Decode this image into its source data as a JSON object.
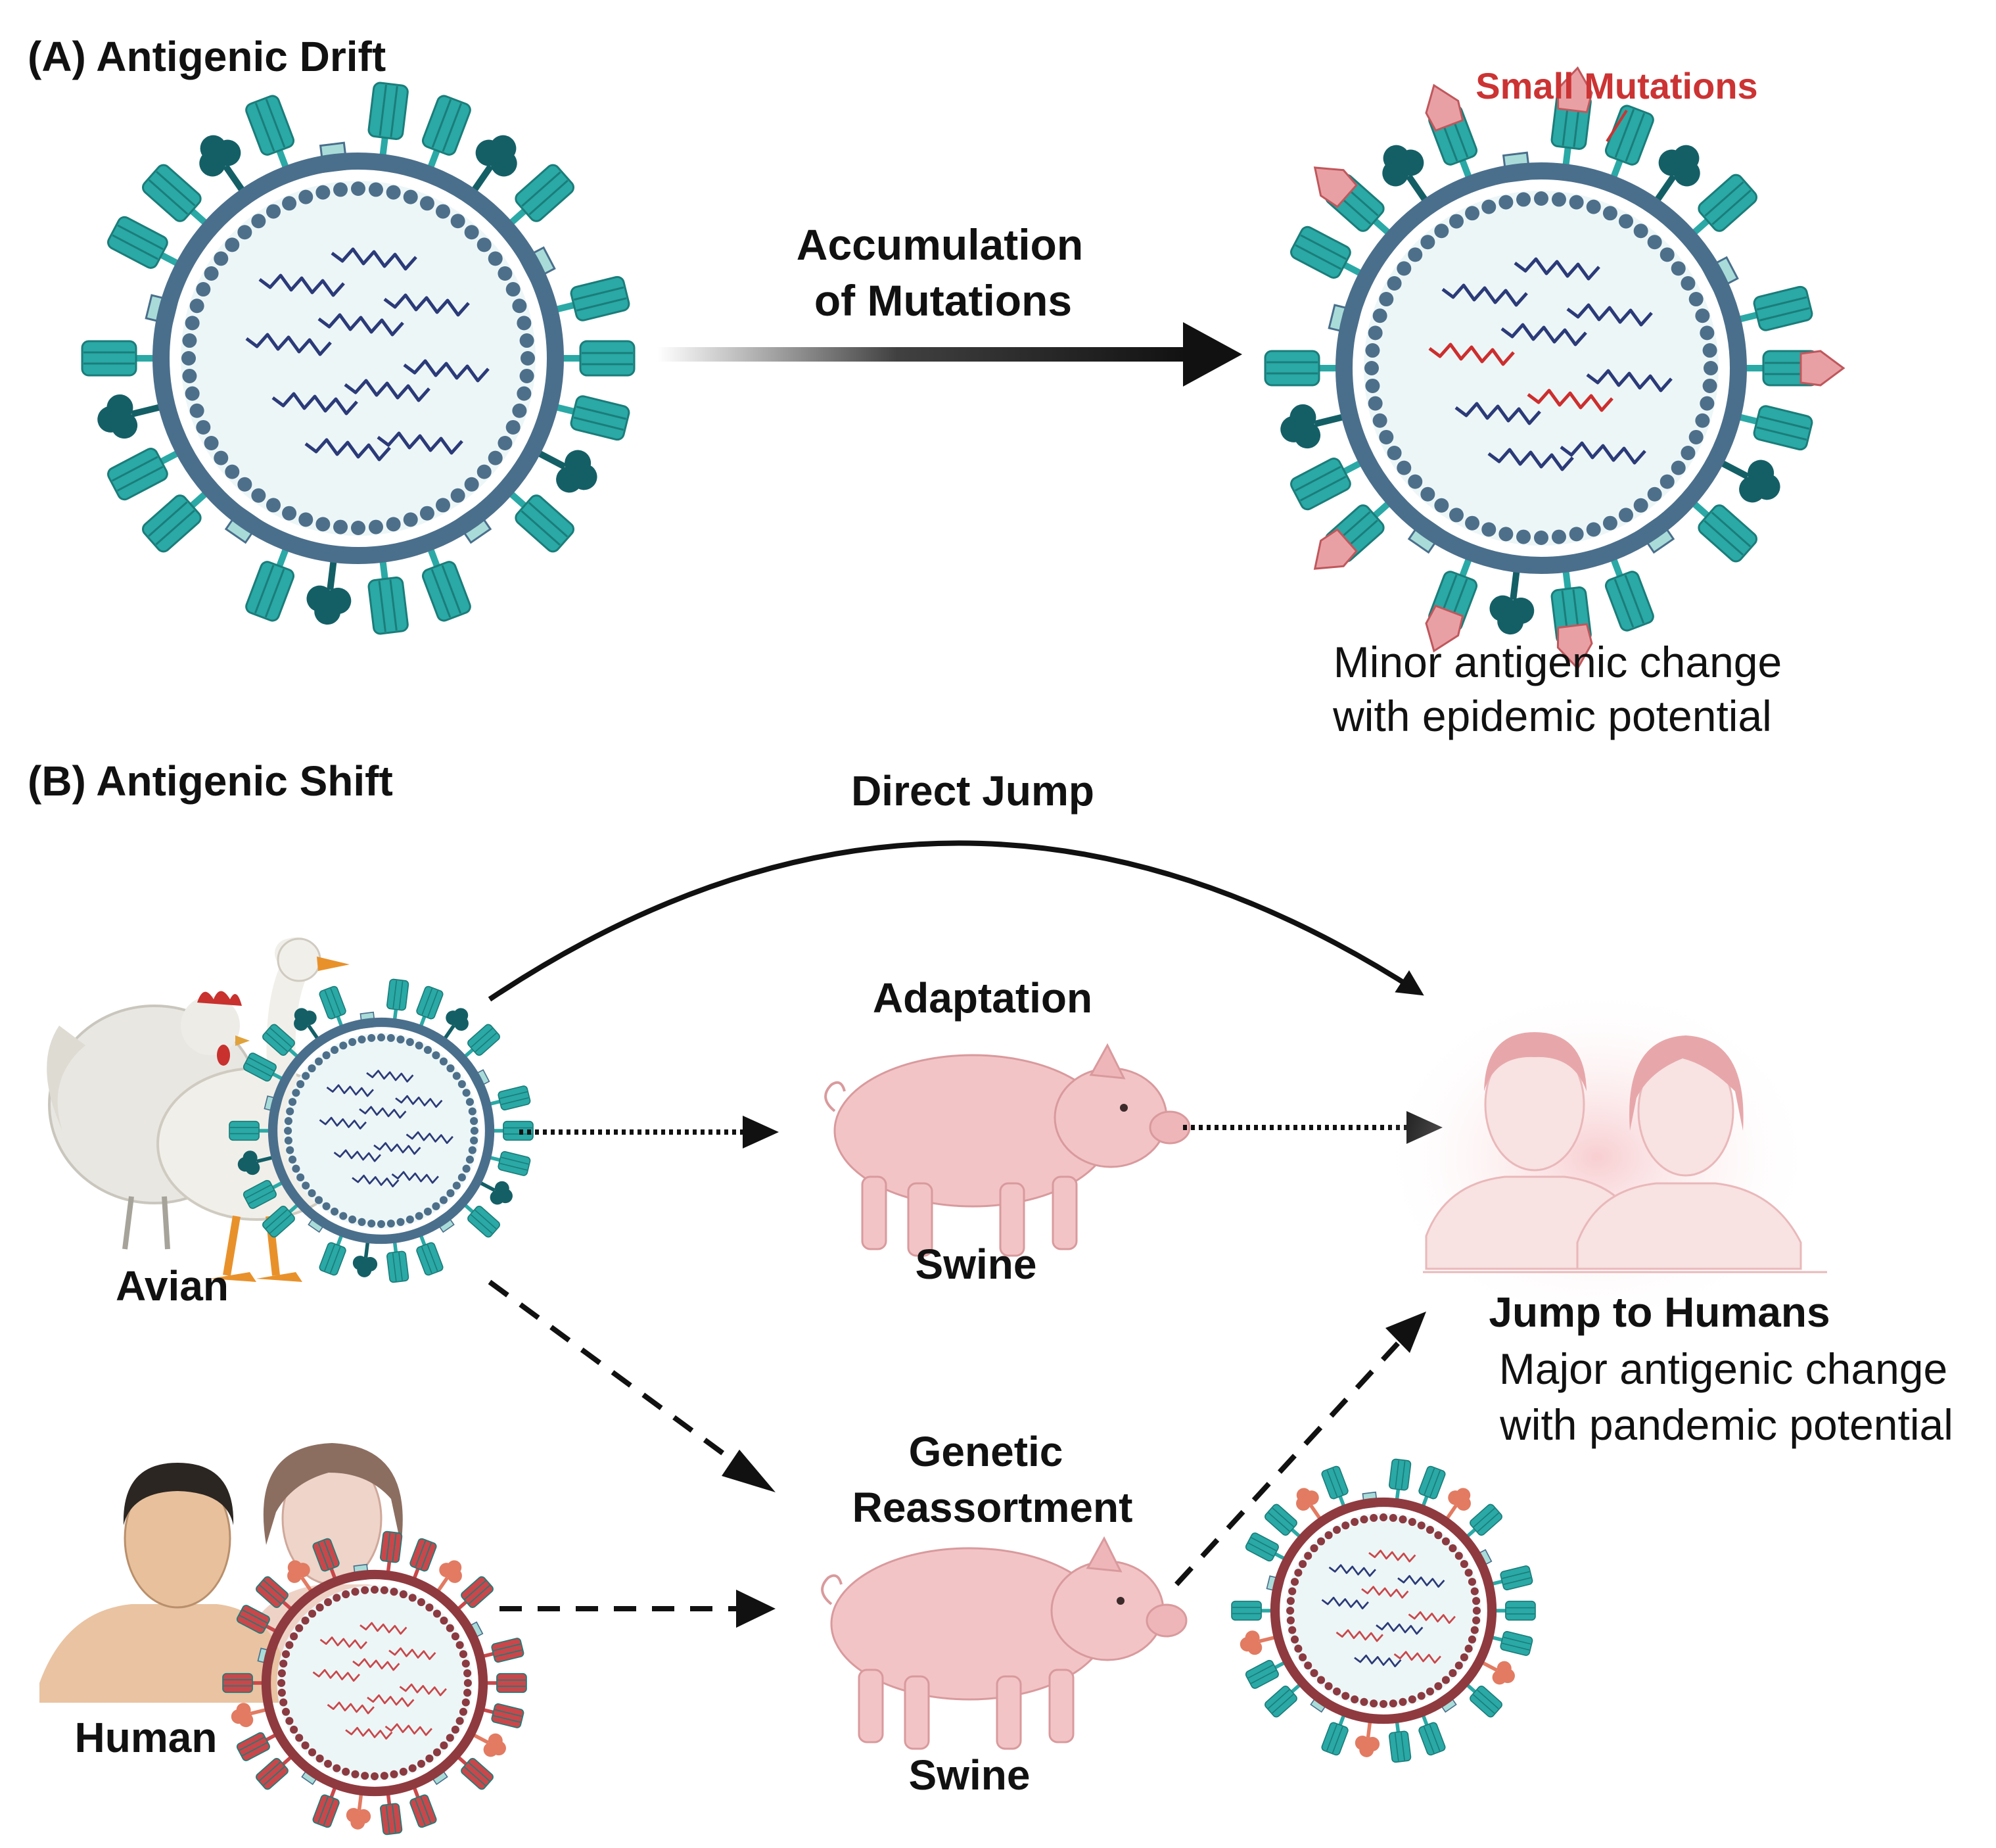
{
  "panel_a": {
    "title": "(A) Antigenic Drift",
    "arrow_label_line1": "Accumulation",
    "arrow_label_line2": "of Mutations",
    "mutation_label": "Small Mutations",
    "caption_line1": "Minor antigenic change",
    "caption_line2": "with epidemic potential"
  },
  "panel_b": {
    "title": "(B) Antigenic Shift",
    "direct_jump": "Direct Jump",
    "adaptation": "Adaptation",
    "swine_top": "Swine",
    "avian": "Avian",
    "human": "Human",
    "reassortment_line1": "Genetic",
    "reassortment_line2": "Reassortment",
    "swine_bottom": "Swine",
    "jump_title": "Jump to Humans",
    "jump_line1": "Major antigenic change",
    "jump_line2": "with pandemic potential"
  },
  "colors": {
    "teal": "#2aa9a6",
    "dark_teal": "#145f66",
    "membrane": "#4a6f8c",
    "red_virus": "#c9474a",
    "mutation_pink": "#e8a0a4",
    "mutation_text": "#cc3333",
    "pig": "#f2c4c6",
    "arrow": "#111111"
  },
  "icons": [
    "influenza-virus-icon",
    "chicken-icon",
    "goose-icon",
    "pig-icon",
    "human-faces-icon"
  ]
}
